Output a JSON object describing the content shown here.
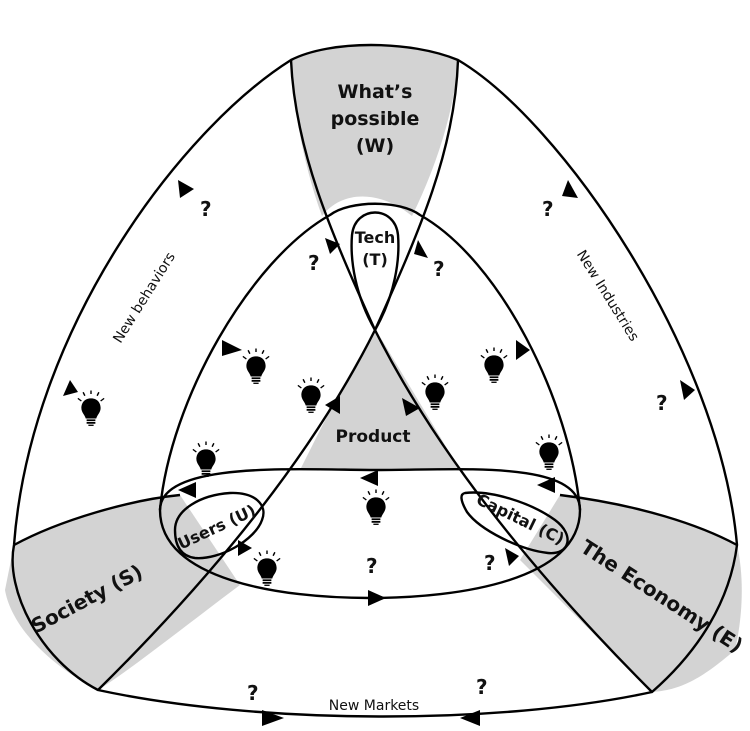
{
  "labels": {
    "whats_possible": [
      "What’s",
      "possible",
      "(W)"
    ],
    "tech": [
      "Tech",
      "(T)"
    ],
    "product": "Product",
    "users": "Users (U)",
    "capital": "Capital (C)",
    "society": "Society (S)",
    "economy": "The Economy (E)",
    "new_behaviors": "New behaviors",
    "new_industries": "New Industries",
    "new_markets": "New Markets",
    "question": "?"
  },
  "icons": {
    "arrow": "triangle-arrowhead",
    "idea": "lightbulb-icon"
  },
  "colors": {
    "fill": "#d3d3d3",
    "stroke": "#000000"
  }
}
